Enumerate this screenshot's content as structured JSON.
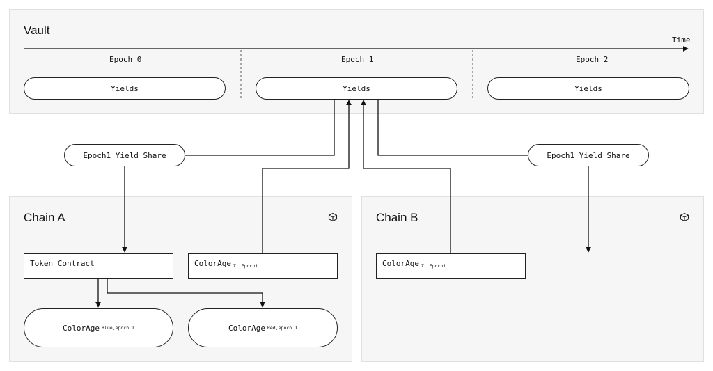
{
  "vault": {
    "title": "Vault",
    "time_label": "Time",
    "epochs": [
      {
        "label": "Epoch 0",
        "pill": "Yields"
      },
      {
        "label": "Epoch 1",
        "pill": "Yields"
      },
      {
        "label": "Epoch 2",
        "pill": "Yields"
      }
    ]
  },
  "yield_shares": {
    "left": "Epoch1 Yield Share",
    "right": "Epoch1 Yield Share"
  },
  "chain_a": {
    "title": "Chain A",
    "token_contract": "Token Contract",
    "colorage_box": {
      "main": "ColorAge",
      "sub": "Σ, Epoch1"
    },
    "colorage_blue": {
      "main": "ColorAge",
      "sub": "Blue,epoch 1"
    },
    "colorage_red": {
      "main": "ColorAge",
      "sub": "Red,epoch 1"
    }
  },
  "chain_b": {
    "title": "Chain B",
    "colorage_box": {
      "main": "ColorAge",
      "sub": "Σ, Epoch1"
    }
  },
  "colors": {
    "panel_bg": "#f6f6f6",
    "line": "#111111"
  }
}
